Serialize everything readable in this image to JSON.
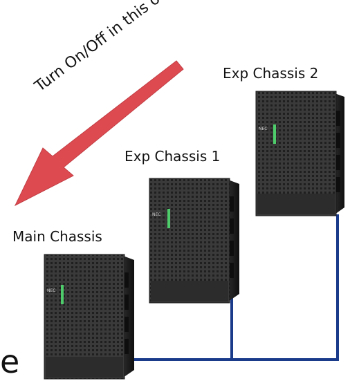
{
  "arrow": {
    "text": "Turn On/Off in this order",
    "color": "#dd4b51"
  },
  "labels": {
    "exp_chassis_2": "Exp Chassis 2",
    "exp_chassis_1": "Exp Chassis 1",
    "main_chassis": "Main Chassis"
  },
  "chassis_brand": "NEC",
  "cable_color": "#1a3a8a",
  "stray_text": "e"
}
